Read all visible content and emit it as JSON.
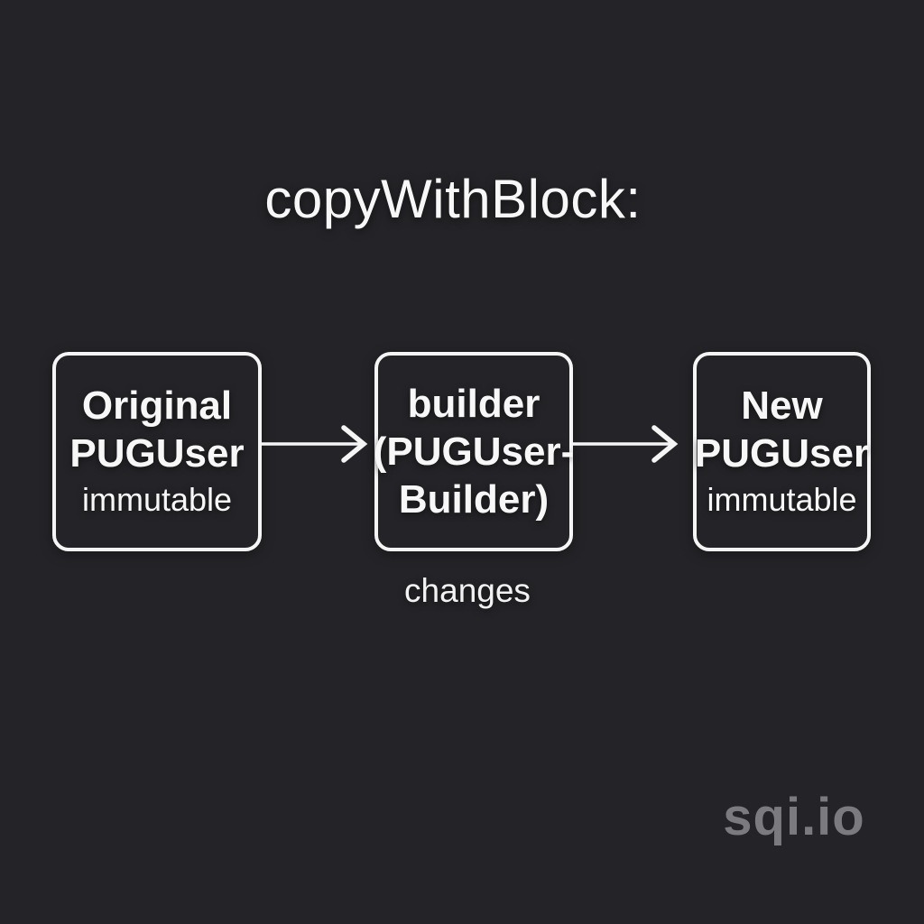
{
  "title": "copyWithBlock:",
  "diagram": {
    "box_original": {
      "line1": "Original",
      "line2": "PUGUser",
      "subtitle": "immutable"
    },
    "box_builder": {
      "line1": "builder",
      "line2": "(PUGUser-",
      "line3": "Builder)",
      "caption_below": "changes"
    },
    "box_new": {
      "line1": "New",
      "line2": "PUGUser",
      "subtitle": "immutable"
    },
    "arrows": [
      {
        "name": "original-to-builder",
        "direction": "right"
      },
      {
        "name": "builder-to-new",
        "direction": "right"
      }
    ]
  },
  "watermark": "sqi.io",
  "colors": {
    "background": "#242428",
    "box_border": "#f5f5f5",
    "text": "#f7f7f7",
    "arrow": "#f5f5f5",
    "watermark": "#7b7b7f"
  }
}
